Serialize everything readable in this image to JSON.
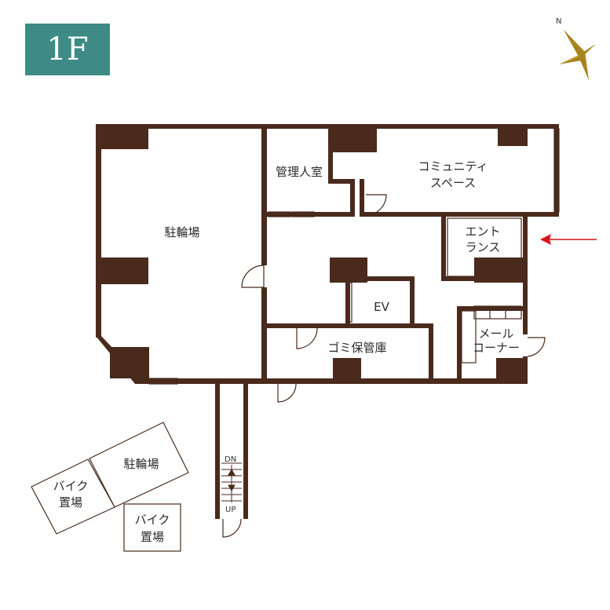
{
  "floor": {
    "label": "1F",
    "badge_color": "#3e8b86"
  },
  "compass": {
    "north_label": "N",
    "color": "#c8a23a"
  },
  "colors": {
    "wall": "#4a2a1c",
    "entrance_arrow": "#d8141c",
    "text": "#2b2b2b"
  },
  "rooms": {
    "bicycle_parking": "駐輪場",
    "manager_room": "管理人室",
    "community_space_line1": "コミュニティ",
    "community_space_line2": "スペース",
    "entrance_line1": "エント",
    "entrance_line2": "ランス",
    "elevator": "EV",
    "garbage_storage": "ゴミ保管庫",
    "mail_corner_line1": "メール",
    "mail_corner_line2": "コーナー"
  },
  "outdoor": {
    "bicycle_parking": "駐輪場",
    "bike_area_1_line1": "バイク",
    "bike_area_1_line2": "置場",
    "bike_area_2_line1": "バイク",
    "bike_area_2_line2": "置場"
  },
  "stairs": {
    "down_label": "DN",
    "up_label": "UP"
  }
}
